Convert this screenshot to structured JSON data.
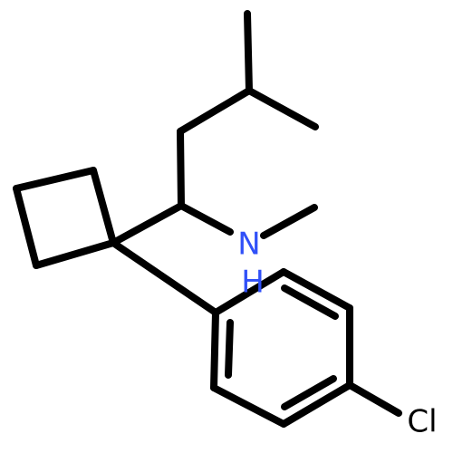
{
  "molecule": {
    "atoms": {
      "nitrogen": {
        "symbol": "N",
        "color": "#3050F8"
      },
      "nitrogen_h": {
        "symbol": "H",
        "color": "#3050F8"
      },
      "chlorine": {
        "symbol": "Cl",
        "color": "#000000"
      }
    }
  }
}
